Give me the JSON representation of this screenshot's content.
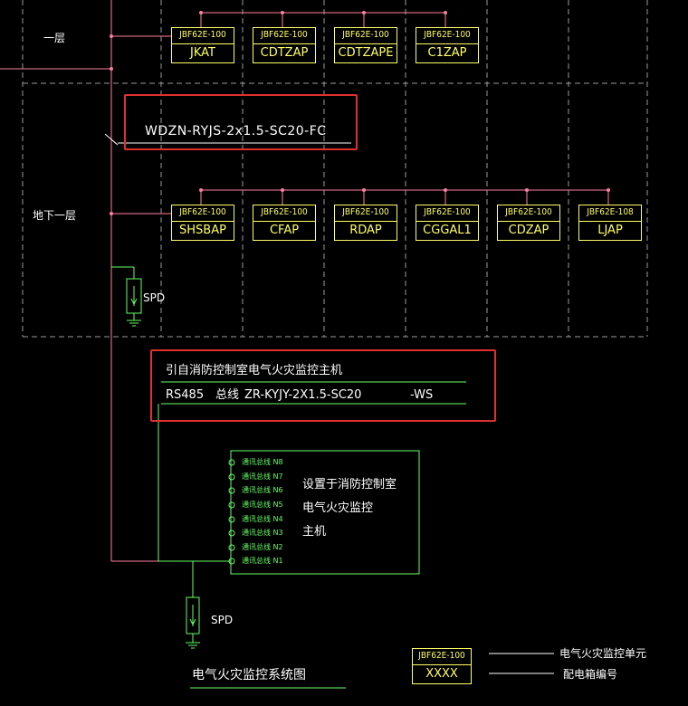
{
  "floors": {
    "floor1": "一层",
    "basement1": "地下一层"
  },
  "meter_model": "JBF62E-100",
  "meter_model_alt": "JBF62E-108",
  "floor1_boxes": [
    "JKAT",
    "CDTZAP",
    "CDTZAPE",
    "C1ZAP"
  ],
  "basement_boxes": [
    "SHSBAP",
    "CFAP",
    "RDAP",
    "CGGAL1",
    "CDZAP",
    "LJAP"
  ],
  "cable_label": "WDZN-RYJS-2x1.5-SC20-FC",
  "spd_label": "SPD",
  "source": {
    "line1": "引自消防控制室电气火灾监控主机",
    "bus": "RS485",
    "bus_word": "总线",
    "cable": "ZR-KYJY-2X1.5-SC20",
    "suffix": "-WS"
  },
  "host": {
    "channels": [
      "通讯总线 N8",
      "通讯总线 N7",
      "通讯总线 N6",
      "通讯总线 N5",
      "通讯总线 N4",
      "通讯总线 N3",
      "通讯总线 N2",
      "通讯总线 N1"
    ],
    "line1": "设置于消防控制室",
    "line2": "电气火灾监控",
    "line3": "主机"
  },
  "diagram_title": "电气火灾监控系统图",
  "legend": {
    "model": "JBF62E-100",
    "code": "XXXX",
    "label_unit": "电气火灾监控单元",
    "label_box": "配电箱编号"
  },
  "colors": {
    "pink": "#ff7fa0",
    "yellow": "#ffff66",
    "green": "#66ff66",
    "dash": "#b0b0b0",
    "highlight": "#e03030"
  }
}
